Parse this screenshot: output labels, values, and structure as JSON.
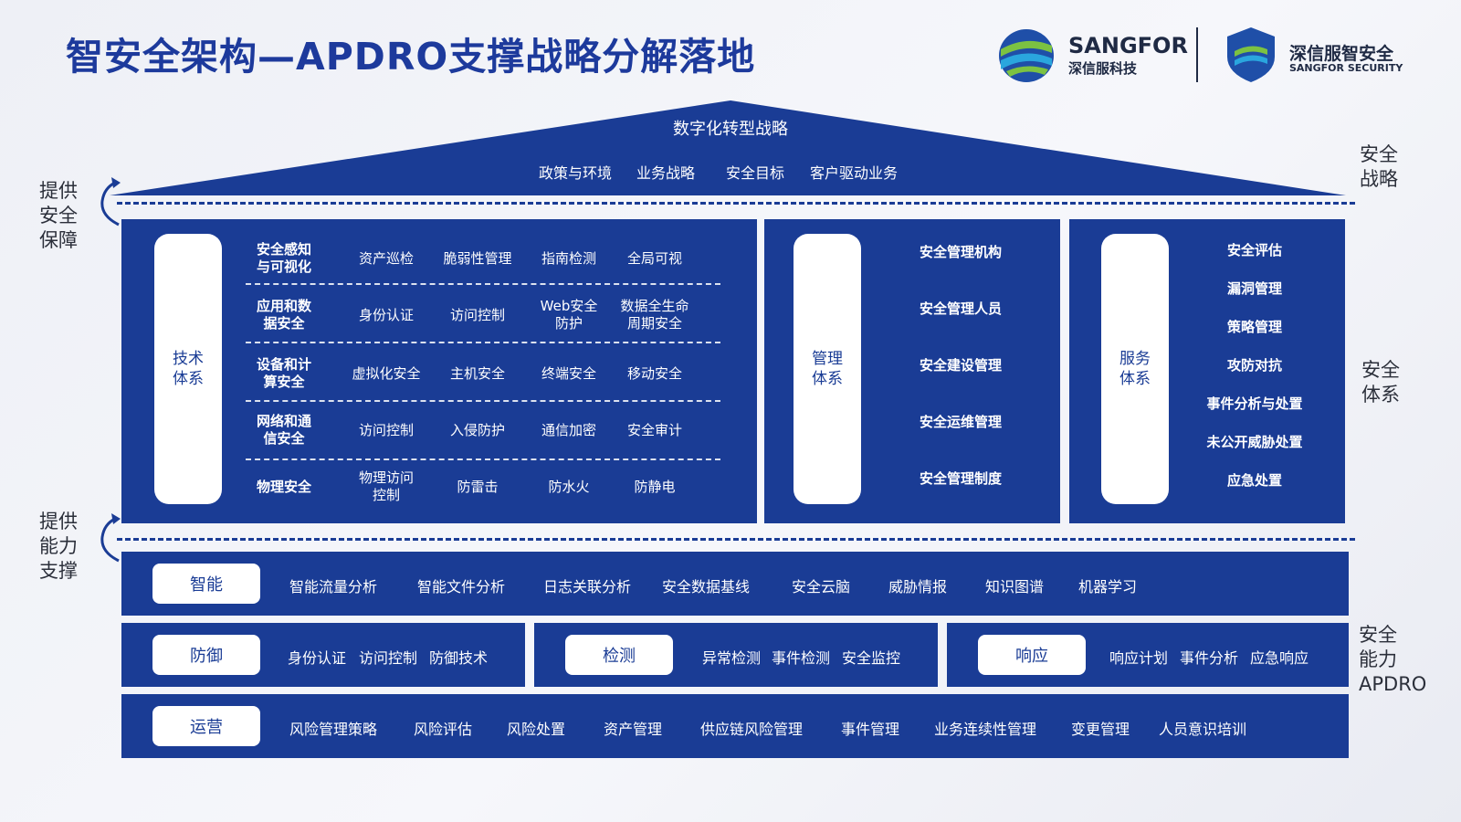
{
  "title": "智安全架构—APDRO支撑战略分解落地",
  "logos": {
    "sangfor_en": "SANGFOR",
    "sangfor_cn": "深信服科技",
    "security_cn": "深信服智安全",
    "security_en": "SANGFOR SECURITY"
  },
  "strategy": {
    "title": "数字化转型战略",
    "items": [
      "政策与环境",
      "业务战略",
      "安全目标",
      "客户驱动业务"
    ]
  },
  "left_labels": {
    "guarantee": [
      "提供",
      "安全",
      "保障"
    ],
    "support": [
      "提供",
      "能力",
      "支撑"
    ]
  },
  "right_labels": {
    "strategy": [
      "安全",
      "战略"
    ],
    "system": [
      "安全",
      "体系"
    ],
    "apdro": [
      "安全",
      "能力",
      "APDRO"
    ]
  },
  "tech": {
    "label": [
      "技术",
      "体系"
    ],
    "rows": [
      {
        "head": [
          "安全感知",
          "与可视化"
        ],
        "items": [
          [
            "资产巡检"
          ],
          [
            "脆弱性管理"
          ],
          [
            "指南检测"
          ],
          [
            "全局可视"
          ]
        ]
      },
      {
        "head": [
          "应用和数",
          "据安全"
        ],
        "items": [
          [
            "身份认证"
          ],
          [
            "访问控制"
          ],
          [
            "Web安全",
            "防护"
          ],
          [
            "数据全生命",
            "周期安全"
          ]
        ]
      },
      {
        "head": [
          "设备和计",
          "算安全"
        ],
        "items": [
          [
            "虚拟化安全"
          ],
          [
            "主机安全"
          ],
          [
            "终端安全"
          ],
          [
            "移动安全"
          ]
        ]
      },
      {
        "head": [
          "网络和通",
          "信安全"
        ],
        "items": [
          [
            "访问控制"
          ],
          [
            "入侵防护"
          ],
          [
            "通信加密"
          ],
          [
            "安全审计"
          ]
        ]
      },
      {
        "head": [
          "物理安全"
        ],
        "items": [
          [
            "物理访问",
            "控制"
          ],
          [
            "防雷击"
          ],
          [
            "防水火"
          ],
          [
            "防静电"
          ]
        ]
      }
    ]
  },
  "mgmt": {
    "label": [
      "管理",
      "体系"
    ],
    "items": [
      "安全管理机构",
      "安全管理人员",
      "安全建设管理",
      "安全运维管理",
      "安全管理制度"
    ]
  },
  "service": {
    "label": [
      "服务",
      "体系"
    ],
    "items": [
      "安全评估",
      "漏洞管理",
      "策略管理",
      "攻防对抗",
      "事件分析与处置",
      "未公开威胁处置",
      "应急处置"
    ]
  },
  "apdro": {
    "intel": {
      "label": "智能",
      "items": [
        "智能流量分析",
        "智能文件分析",
        "日志关联分析",
        "安全数据基线",
        "安全云脑",
        "威胁情报",
        "知识图谱",
        "机器学习"
      ]
    },
    "defense": {
      "label": "防御",
      "items": [
        "身份认证",
        "访问控制",
        "防御技术"
      ]
    },
    "detect": {
      "label": "检测",
      "items": [
        "异常检测",
        "事件检测",
        "安全监控"
      ]
    },
    "respond": {
      "label": "响应",
      "items": [
        "响应计划",
        "事件分析",
        "应急响应"
      ]
    },
    "ops": {
      "label": "运营",
      "items": [
        "风险管理策略",
        "风险评估",
        "风险处置",
        "资产管理",
        "供应链风险管理",
        "事件管理",
        "业务连续性管理",
        "变更管理",
        "人员意识培训"
      ]
    }
  },
  "colors": {
    "primary": "#1a3c95",
    "title": "#1d3a9c",
    "background": "#f2f4f9"
  }
}
